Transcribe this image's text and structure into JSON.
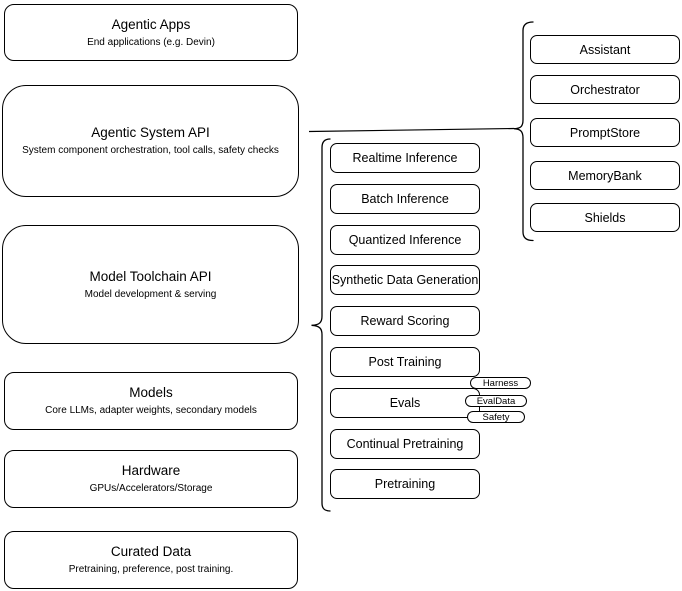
{
  "stack": [
    {
      "title": "Agentic Apps",
      "subtitle": "End applications (e.g. Devin)"
    },
    {
      "title": "Agentic System API",
      "subtitle": "System component orchestration, tool calls, safety checks"
    },
    {
      "title": "Model Toolchain API",
      "subtitle": "Model development & serving"
    },
    {
      "title": "Models",
      "subtitle": "Core LLMs, adapter weights, secondary models"
    },
    {
      "title": "Hardware",
      "subtitle": "GPUs/Accelerators/Storage"
    },
    {
      "title": "Curated Data",
      "subtitle": "Pretraining, preference, post training."
    }
  ],
  "toolchain": {
    "items": [
      "Realtime Inference",
      "Batch Inference",
      "Quantized Inference",
      "Synthetic Data Generation",
      "Reward Scoring",
      "Post Training",
      "Evals",
      "Continual Pretraining",
      "Pretraining"
    ]
  },
  "eval_tags": [
    "Harness",
    "EvalData",
    "Safety"
  ],
  "components": [
    "Assistant",
    "Orchestrator",
    "PromptStore",
    "MemoryBank",
    "Shields"
  ],
  "colors": {
    "stroke": "#000000",
    "fill": "#ffffff",
    "background": "#ffffff"
  }
}
